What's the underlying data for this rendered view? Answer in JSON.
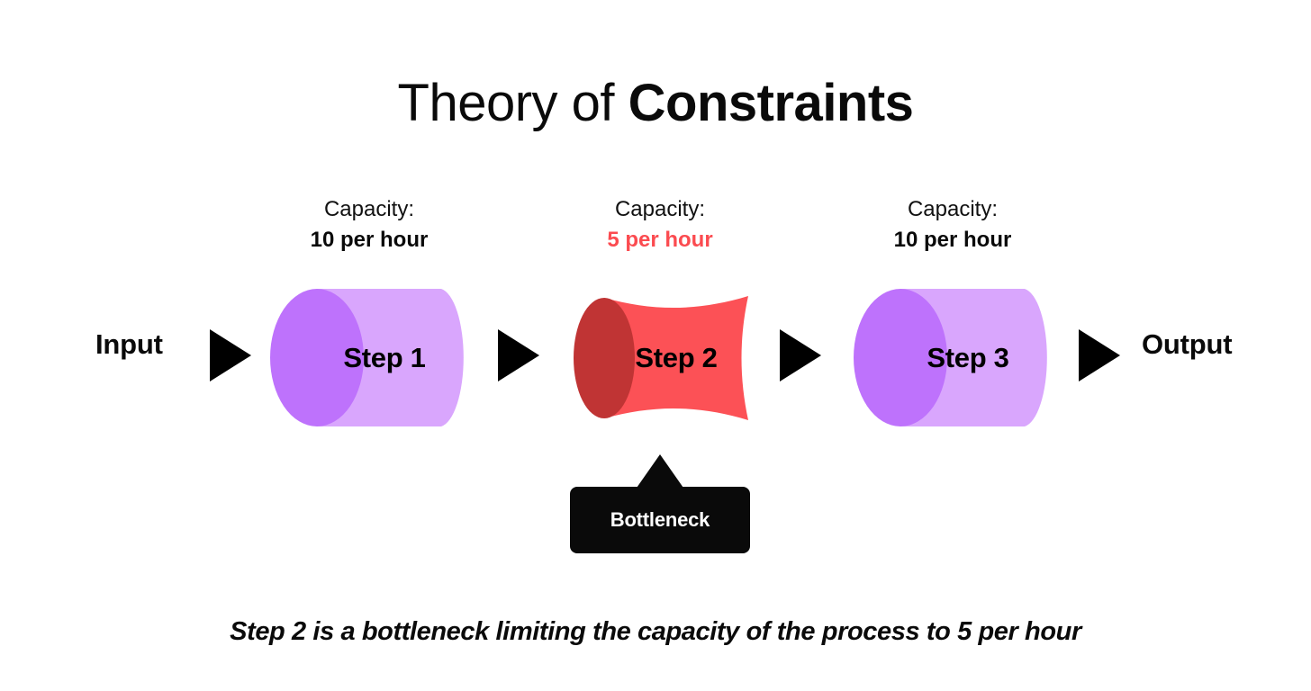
{
  "title": {
    "light_part": "Theory of ",
    "bold_part": "Constraints"
  },
  "colors": {
    "background": "#ffffff",
    "text": "#0a0a0a",
    "cylinder_body": "#D9A6FD",
    "cylinder_cap": "#BE72FC",
    "bottleneck_body": "#FC5156",
    "bottleneck_cap": "#C03434",
    "danger_text": "#FB4B50",
    "callout_bg": "#0a0a0a",
    "callout_text": "#ffffff",
    "arrow": "#000000"
  },
  "flow": {
    "input_label": "Input",
    "output_label": "Output",
    "arrow_icon": "triangle-right-icon",
    "steps": [
      {
        "id": "step-1",
        "name": "Step 1",
        "capacity_label": "Capacity:",
        "capacity_value": "10 per hour",
        "is_bottleneck": false
      },
      {
        "id": "step-2",
        "name": "Step 2",
        "capacity_label": "Capacity:",
        "capacity_value": "5 per hour",
        "is_bottleneck": true
      },
      {
        "id": "step-3",
        "name": "Step 3",
        "capacity_label": "Capacity:",
        "capacity_value": "10 per hour",
        "is_bottleneck": false
      }
    ]
  },
  "callout": {
    "label": "Bottleneck",
    "pointer_icon": "triangle-up-icon"
  },
  "caption": "Step 2 is a bottleneck limiting the capacity of the process to 5 per hour"
}
